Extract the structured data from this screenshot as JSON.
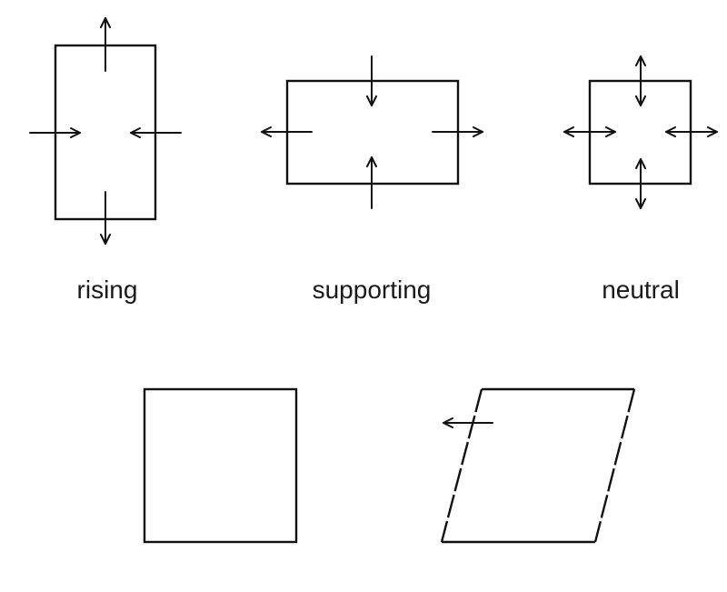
{
  "labels": {
    "rising": "rising",
    "supporting": "supporting",
    "neutral": "neutral"
  },
  "colors": {
    "stroke": "#111111",
    "text": "#1a1a1a",
    "background": "#ffffff"
  }
}
